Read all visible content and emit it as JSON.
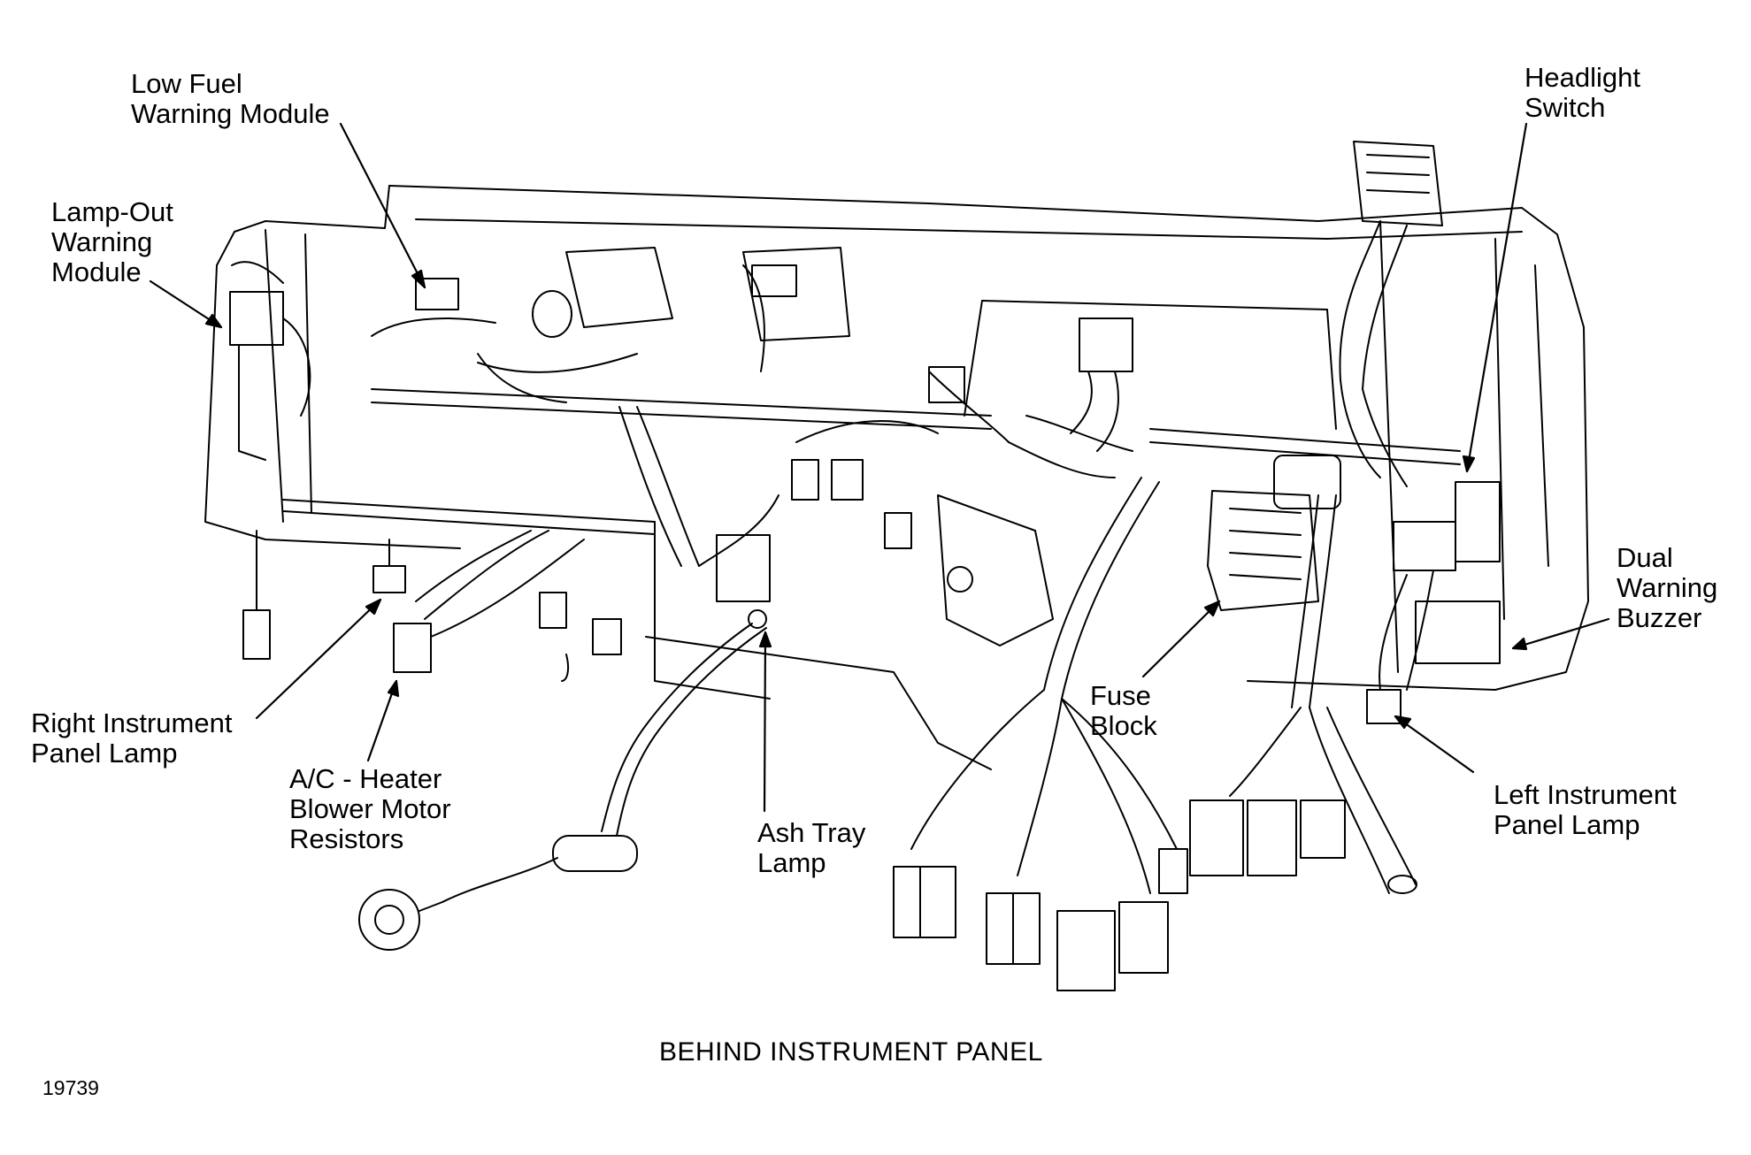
{
  "labels": {
    "low_fuel": [
      "Low Fuel",
      "Warning Module"
    ],
    "lamp_out": [
      "Lamp-Out",
      "Warning",
      "Module"
    ],
    "headlight": [
      "Headlight",
      "Switch"
    ],
    "dual_buzzer": [
      "Dual",
      "Warning",
      "Buzzer"
    ],
    "right_lamp": [
      "Right Instrument",
      "Panel Lamp"
    ],
    "blower": [
      "A/C - Heater",
      "Blower Motor",
      "Resistors"
    ],
    "ash_tray": [
      "Ash Tray",
      "Lamp"
    ],
    "fuse_block": [
      "Fuse",
      "Block"
    ],
    "left_lamp": [
      "Left Instrument",
      "Panel Lamp"
    ]
  },
  "caption": "BEHIND INSTRUMENT PANEL",
  "figure_number": "19739",
  "colors": {
    "ink": "#000000",
    "paper": "#ffffff"
  }
}
